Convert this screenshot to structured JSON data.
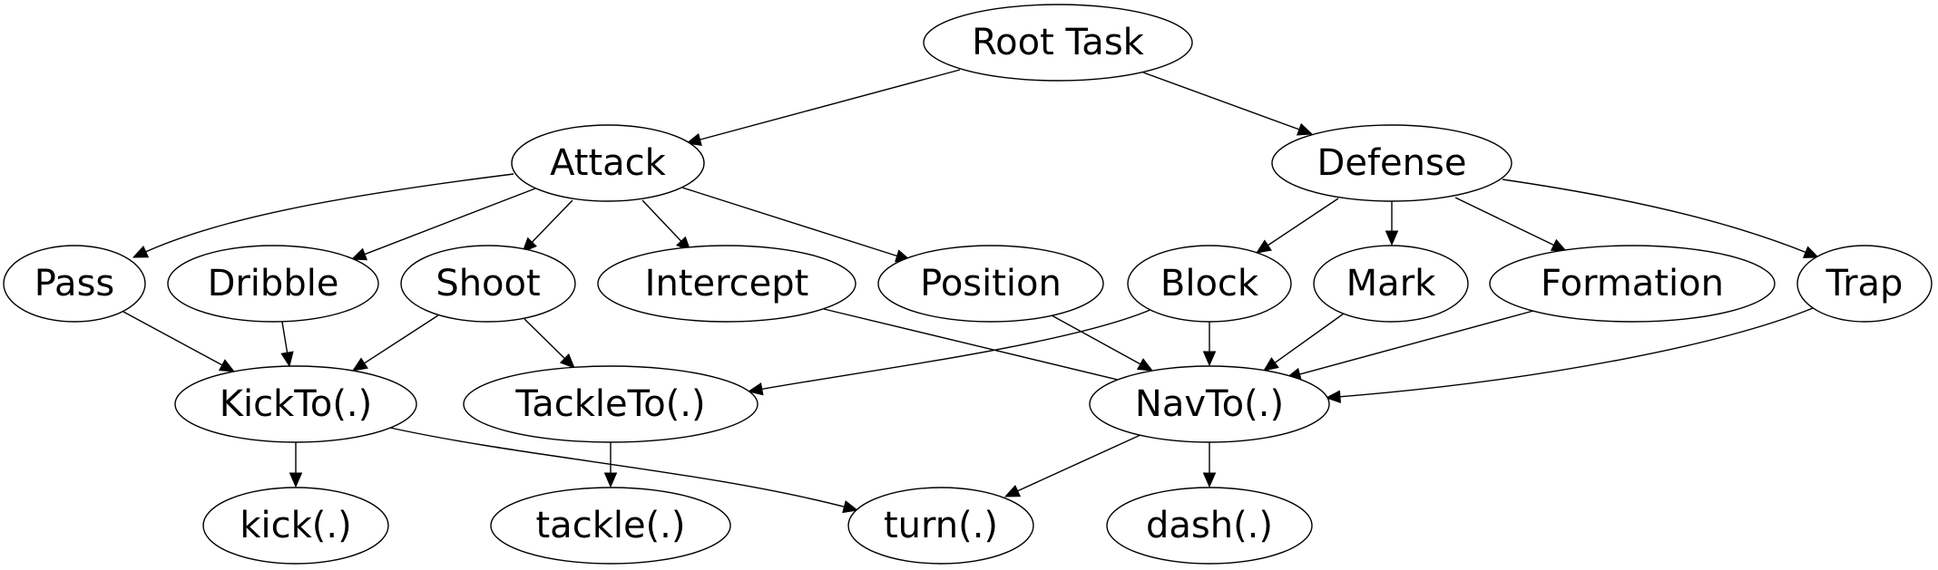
{
  "diagram": {
    "type": "task-hierarchy-graph",
    "nodes": [
      {
        "id": "root",
        "label": "Root Task"
      },
      {
        "id": "attack",
        "label": "Attack"
      },
      {
        "id": "defense",
        "label": "Defense"
      },
      {
        "id": "pass",
        "label": "Pass"
      },
      {
        "id": "dribble",
        "label": "Dribble"
      },
      {
        "id": "shoot",
        "label": "Shoot"
      },
      {
        "id": "intercept",
        "label": "Intercept"
      },
      {
        "id": "position",
        "label": "Position"
      },
      {
        "id": "block",
        "label": "Block"
      },
      {
        "id": "mark",
        "label": "Mark"
      },
      {
        "id": "formation",
        "label": "Formation"
      },
      {
        "id": "trap",
        "label": "Trap"
      },
      {
        "id": "kickto",
        "label": "KickTo(.)"
      },
      {
        "id": "tackleto",
        "label": "TackleTo(.)"
      },
      {
        "id": "navto",
        "label": "NavTo(.)"
      },
      {
        "id": "kick",
        "label": "kick(.)"
      },
      {
        "id": "tackle",
        "label": "tackle(.)"
      },
      {
        "id": "turn",
        "label": "turn(.)"
      },
      {
        "id": "dash",
        "label": "dash(.)"
      }
    ],
    "edges": [
      {
        "from": "root",
        "to": "attack"
      },
      {
        "from": "root",
        "to": "defense"
      },
      {
        "from": "attack",
        "to": "pass"
      },
      {
        "from": "attack",
        "to": "dribble"
      },
      {
        "from": "attack",
        "to": "shoot"
      },
      {
        "from": "attack",
        "to": "intercept"
      },
      {
        "from": "attack",
        "to": "position"
      },
      {
        "from": "defense",
        "to": "block"
      },
      {
        "from": "defense",
        "to": "mark"
      },
      {
        "from": "defense",
        "to": "formation"
      },
      {
        "from": "defense",
        "to": "trap"
      },
      {
        "from": "pass",
        "to": "kickto"
      },
      {
        "from": "dribble",
        "to": "kickto"
      },
      {
        "from": "shoot",
        "to": "kickto"
      },
      {
        "from": "shoot",
        "to": "tackleto"
      },
      {
        "from": "intercept",
        "to": "navto"
      },
      {
        "from": "position",
        "to": "navto"
      },
      {
        "from": "block",
        "to": "tackleto"
      },
      {
        "from": "block",
        "to": "navto"
      },
      {
        "from": "mark",
        "to": "navto"
      },
      {
        "from": "formation",
        "to": "navto"
      },
      {
        "from": "trap",
        "to": "navto"
      },
      {
        "from": "kickto",
        "to": "kick"
      },
      {
        "from": "kickto",
        "to": "turn"
      },
      {
        "from": "tackleto",
        "to": "tackle"
      },
      {
        "from": "navto",
        "to": "turn"
      },
      {
        "from": "navto",
        "to": "dash"
      }
    ]
  }
}
